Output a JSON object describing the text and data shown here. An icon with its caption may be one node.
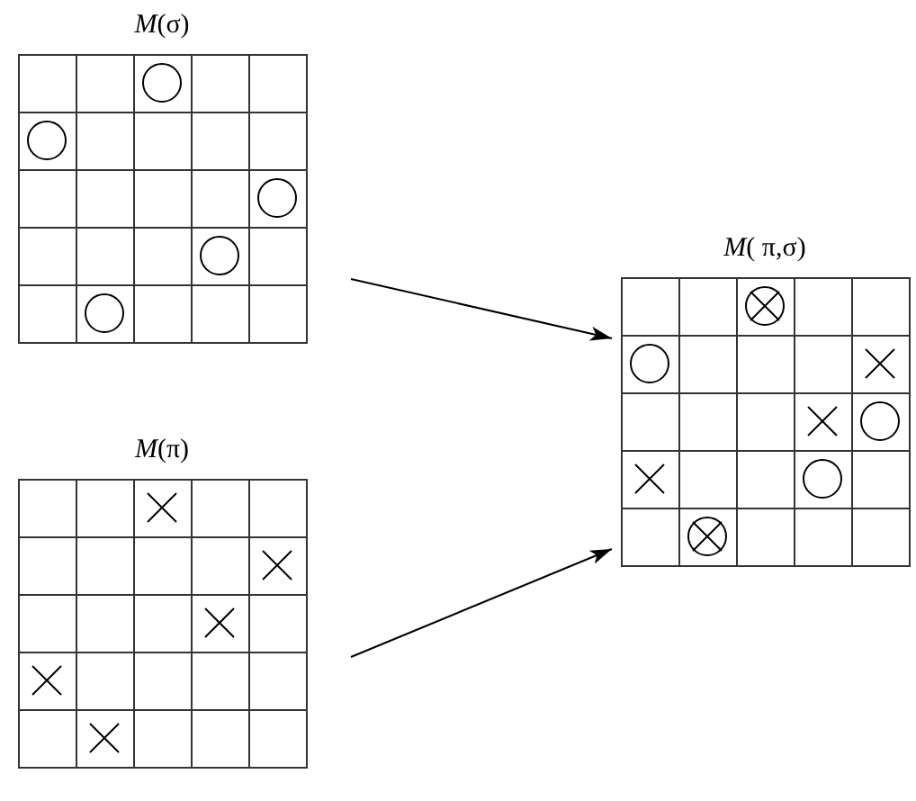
{
  "diagram": {
    "nodes": [
      {
        "text": [
          "*M*(σ)"
        ]
      },
      {
        "text": [
          "*M*(π)"
        ]
      },
      {
        "text": [
          "*M*( π,σ)"
        ]
      }
    ],
    "edges": [
      {
        "from": 0,
        "to": 2,
        "arrow": "to"
      },
      {
        "from": 1,
        "to": 2,
        "arrow": "to"
      }
    ]
  }
}
